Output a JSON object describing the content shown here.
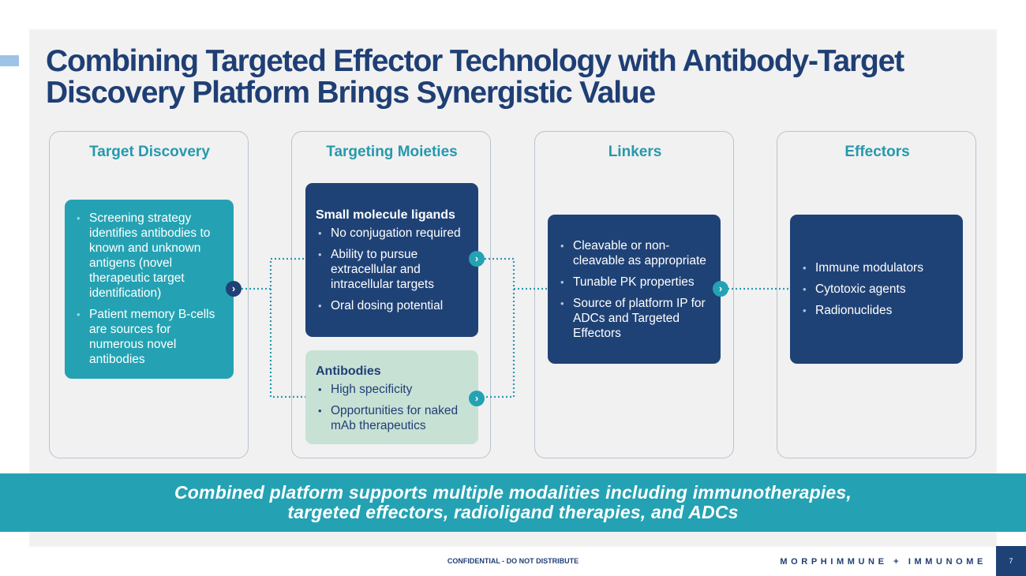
{
  "title": {
    "line1": "Combining Targeted Effector Technology with Antibody-Target",
    "line2": "Discovery Platform Brings Synergistic Value"
  },
  "columns": [
    {
      "heading": "Target Discovery"
    },
    {
      "heading": "Targeting Moieties"
    },
    {
      "heading": "Linkers"
    },
    {
      "heading": "Effectors"
    }
  ],
  "target_discovery": {
    "bullets": [
      "Screening strategy identifies antibodies to known and unknown antigens (novel therapeutic target identification)",
      "Patient memory B-cells are sources for numerous novel antibodies"
    ]
  },
  "small_molecule": {
    "title": "Small molecule ligands",
    "bullets": [
      "No conjugation required",
      "Ability to pursue extracellular and intracellular targets",
      "Oral dosing potential"
    ]
  },
  "antibodies": {
    "title": "Antibodies",
    "bullets": [
      "High specificity",
      "Opportunities for naked mAb therapeutics"
    ]
  },
  "linkers": {
    "bullets": [
      "Cleavable or non-cleavable as appropriate",
      "Tunable PK properties",
      "Source of platform IP for ADCs and Targeted Effectors"
    ]
  },
  "effectors": {
    "bullets": [
      "Immune modulators",
      "Cytotoxic agents",
      "Radionuclides"
    ]
  },
  "banner": {
    "line1": "Combined platform supports multiple modalities including immunotherapies,",
    "line2": "targeted effectors, radioligand therapies, and ADCs"
  },
  "footer": {
    "confidential": "CONFIDENTIAL - DO NOT DISTRIBUTE",
    "brand": "MORPHIMMUNE + IMMUNOME",
    "page_number": "7"
  },
  "arrow_glyph": "›",
  "colors": {
    "navy": "#1f4276",
    "teal": "#24a2b3",
    "green": "#c8e1d5",
    "title": "#1f3f74"
  }
}
